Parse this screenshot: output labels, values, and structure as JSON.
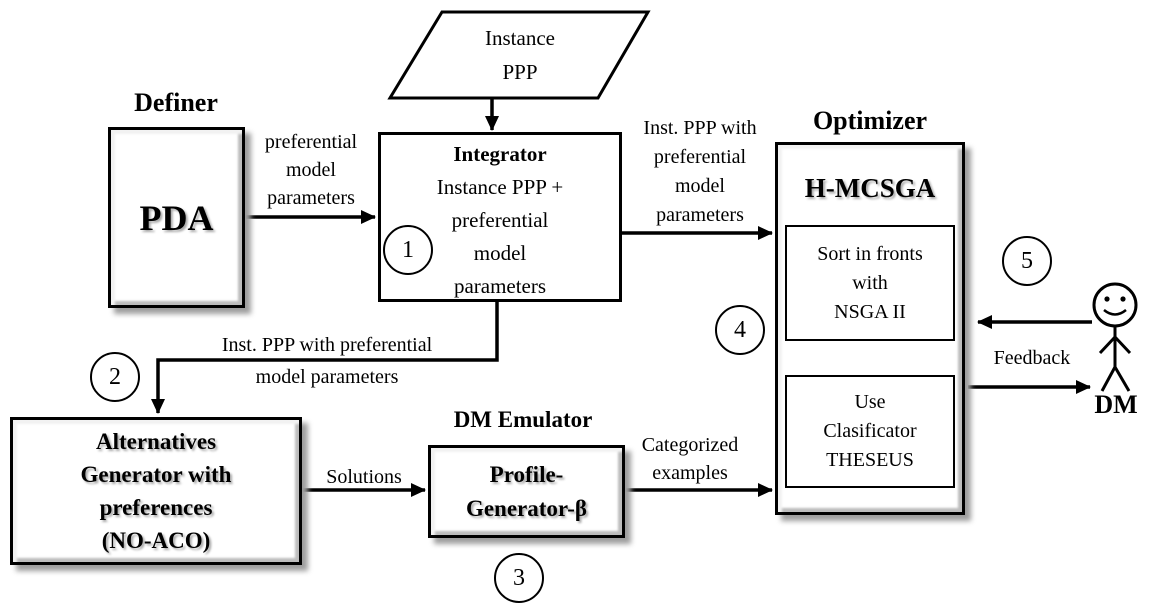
{
  "colors": {
    "ink": "#000000",
    "bevel_light": "#f2f2f2",
    "bevel_dark": "#bdbdbd",
    "shadow": "#9e9e9e"
  },
  "sections": {
    "definer": "Definer",
    "optimizer": "Optimizer",
    "dm_emulator": "DM Emulator"
  },
  "nodes": {
    "pda": "PDA",
    "instance_ppp": [
      "Instance",
      "PPP"
    ],
    "integrator_title": "Integrator",
    "integrator_body": [
      "Instance PPP +",
      "preferential",
      "model",
      "parameters"
    ],
    "hmcsga": "H-MCSGA",
    "sort_front": [
      "Sort in fronts",
      "with",
      "NSGA II"
    ],
    "classifier": [
      "Use",
      "Clasificator",
      "THESEUS"
    ],
    "alternatives": [
      "Alternatives",
      "Generator with",
      "preferences",
      "(NO-ACO)"
    ],
    "profile_generator": [
      "Profile-",
      "Generator-β"
    ],
    "dm": "DM"
  },
  "steps": [
    "1",
    "2",
    "3",
    "4",
    "5"
  ],
  "edges": {
    "pda_integrator": [
      "preferential",
      "model",
      "parameters"
    ],
    "integrator_optimizer": [
      "Inst. PPP with",
      "preferential",
      "model",
      "parameters"
    ],
    "integrator_alternatives": [
      "Inst. PPP with preferential",
      "model parameters"
    ],
    "solutions": "Solutions",
    "categorized": [
      "Categorized",
      "examples"
    ],
    "feedback": "Feedback"
  }
}
